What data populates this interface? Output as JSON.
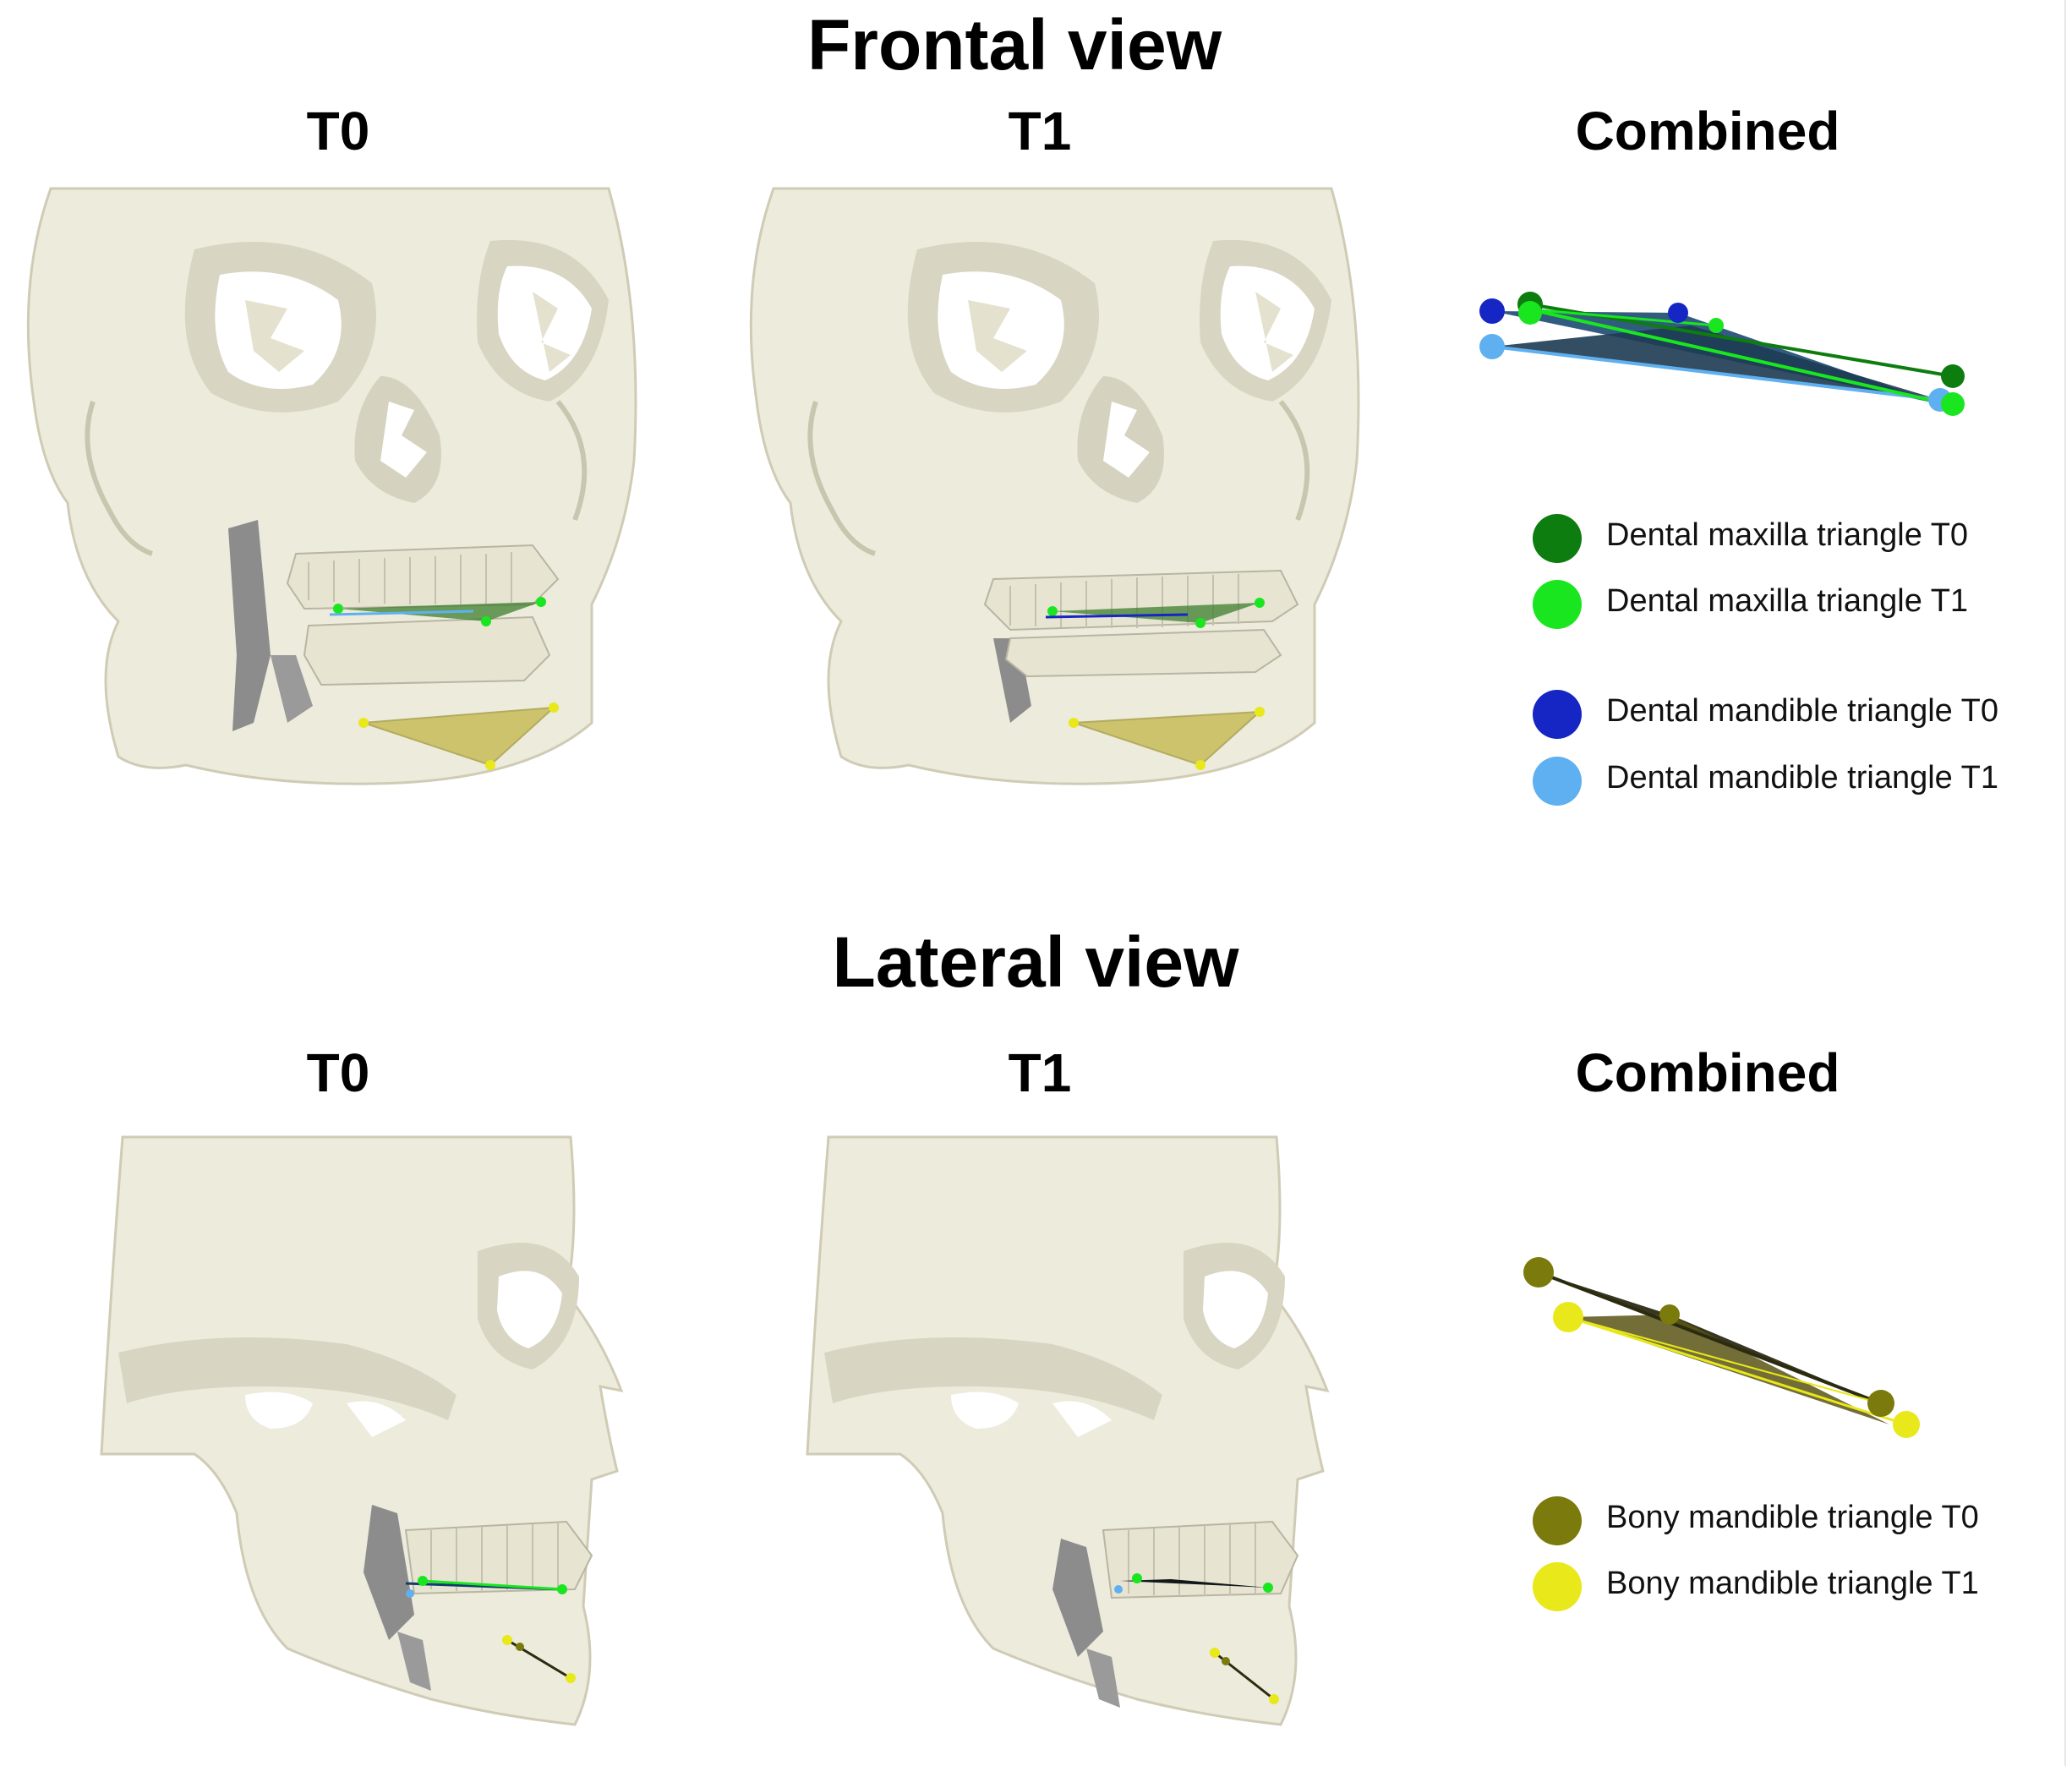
{
  "frontal": {
    "title": "Frontal view",
    "t0": "T0",
    "t1": "T1",
    "combined": "Combined",
    "legend": [
      {
        "label": "Dental maxilla triangle T0",
        "color": "#0e7d10"
      },
      {
        "label": "Dental maxilla triangle T1",
        "color": "#19e61f"
      },
      {
        "label": "Dental mandible triangle T0",
        "color": "#1626c4"
      },
      {
        "label": "Dental mandible triangle T1",
        "color": "#5fb0f0"
      }
    ]
  },
  "lateral": {
    "title": "Lateral view",
    "t0": "T0",
    "t1": "T1",
    "combined": "Combined",
    "legend": [
      {
        "label": "Bony mandible triangle T0",
        "color": "#7b7a0c"
      },
      {
        "label": "Bony mandible triangle T1",
        "color": "#e8e81a"
      }
    ]
  },
  "colors": {
    "bone": "#edebdc",
    "bone_shadow": "#d5d2bf",
    "cavity": "#ffffff",
    "dark_gap": "#8c8c8c",
    "chin_triangle_fill": "#c9bd5a",
    "maxilla_triangle_fill": "#3e7f2e"
  }
}
